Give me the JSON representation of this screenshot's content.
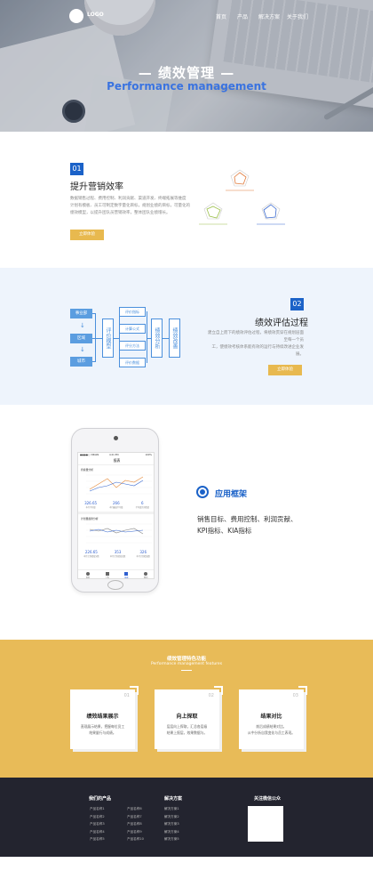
{
  "header": {
    "logo": "LOGO",
    "nav": [
      "首页",
      "产品",
      "解决方案",
      "关于我们"
    ]
  },
  "hero": {
    "title": "—  绩效管理  —",
    "subtitle": "Performance management"
  },
  "section1": {
    "num": "01",
    "title": "提升营销效率",
    "desc_lines": [
      "数据销售过程、费用控制、利润贡献、渠道开发、终端拓展等维度",
      "计划有模板、员工可制定数字量化目标，规划业绩的目标，可量化的",
      "绩效模型，以提升团队员营销效率，整体团队业绩增长。"
    ],
    "button": "立即体验"
  },
  "section2": {
    "num": "02",
    "title": "绩效评估过程",
    "desc_lines": [
      "建立自上而下的绩效评估过程，将绩效贯穿在规划层面至每一个员",
      "工，使绩效考核体系能有效的运行与持续改进企业发展。"
    ],
    "button": "立即体验",
    "flow": {
      "left": [
        "事业部",
        "区域",
        "城市"
      ],
      "model": "评价模型",
      "middle": [
        "评价指标",
        "计算公式",
        "评分方法",
        "评价数据"
      ],
      "analysis": "绩效分析",
      "improve": "绩效改善"
    }
  },
  "section3": {
    "title": "应用框架",
    "desc_lines": [
      "销售目标、费用控制、利润贡献、",
      "KPI指标、KIA指标"
    ],
    "phone": {
      "status_left": "●●●●○ VIRGIN",
      "status_time": "4:21 PM",
      "status_right": "100%",
      "nav_title": "报表",
      "chart1_title": "持续量分析",
      "chart2_title": "计划量趋势分析",
      "stats1": [
        {
          "value": "326.65",
          "label": "本月平均量"
        },
        {
          "value": "266",
          "label": "本月最高平均量"
        },
        {
          "value": "6",
          "label": "平均量次序数量"
        }
      ],
      "stats2": [
        {
          "value": "226.65",
          "label": "本月计划绩效分数"
        },
        {
          "value": "353",
          "label": "本月计划绩效总数"
        },
        {
          "value": "326",
          "label": "本月计划绩效数"
        }
      ],
      "tabs": [
        "首页",
        "工作",
        "报表",
        "我的"
      ]
    }
  },
  "section4": {
    "title": "绩效管理特色功能",
    "subtitle": "Performance management features",
    "cards": [
      {
        "num": "01",
        "title": "绩效结果展示",
        "desc": [
          "直观展示结果，把握每位员工",
          "结果量行与成绩。"
        ]
      },
      {
        "num": "02",
        "title": "向上探取",
        "desc": [
          "层层向上探取，汇总各层级",
          "结果上报层，效果数据与。"
        ]
      },
      {
        "num": "03",
        "title": "结果对比",
        "desc": [
          "前后成绩结果对比，",
          "从中分析自我变化与员工表现。"
        ]
      }
    ]
  },
  "footer": {
    "col1": {
      "title": "我们的产品",
      "items": [
        "产品名称1",
        "产品名称2",
        "产品名称3",
        "产品名称4",
        "产品名称5"
      ]
    },
    "col2": {
      "items": [
        "产品名称6",
        "产品名称7",
        "产品名称8",
        "产品名称9",
        "产品名称10"
      ]
    },
    "col3": {
      "title": "解决方案",
      "items": [
        "解决方案1",
        "解决方案2",
        "解决方案3",
        "解决方案4",
        "解决方案5"
      ]
    },
    "col4": {
      "title": "关注微信公众"
    }
  },
  "colors": {
    "blue": "#1b62c8",
    "yellow": "#e8bb58",
    "dark": "#23242f"
  }
}
